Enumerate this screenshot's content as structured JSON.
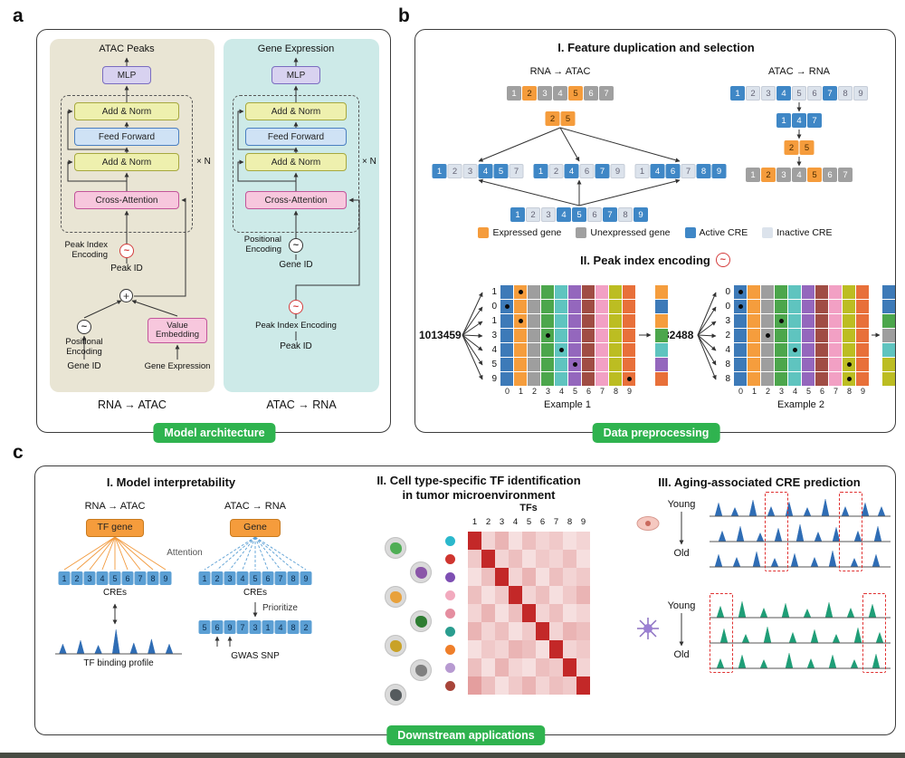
{
  "colors": {
    "badge_green": "#2fb34f",
    "expressed": "#f59c3c",
    "unexpressed": "#a0a0a0",
    "active_cre": "#3f87c6",
    "inactive_cre": "#dce3ec",
    "accent_red": "#e03131"
  },
  "panel_a": {
    "label": "a",
    "badge": "Model architecture",
    "left": {
      "output": "ATAC Peaks",
      "mlp": "MLP",
      "blocks": [
        "Add & Norm",
        "Feed Forward",
        "Add & Norm",
        "Cross-Attention"
      ],
      "xn": "× N",
      "peak_index_encoding": "Peak Index Encoding",
      "peak_id": "Peak ID",
      "positional_encoding": "Positional Encoding",
      "value_embedding": "Value Embedding",
      "gene_id": "Gene ID",
      "gene_expression": "Gene Expression",
      "caption": "RNA → ATAC"
    },
    "right": {
      "output": "Gene Expression",
      "mlp": "MLP",
      "blocks": [
        "Add & Norm",
        "Feed Forward",
        "Add & Norm",
        "Cross-Attention"
      ],
      "xn": "× N",
      "positional_encoding": "Positional Encoding",
      "gene_id": "Gene ID",
      "peak_index_encoding": "Peak Index Encoding",
      "peak_id": "Peak ID",
      "caption": "ATAC → RNA"
    }
  },
  "panel_b": {
    "label": "b",
    "badge": "Data preprocessing",
    "section1": {
      "title": "I. Feature duplication and selection",
      "rna_atac": {
        "label": "RNA → ATAC",
        "genes": [
          {
            "v": 1,
            "t": "ug"
          },
          {
            "v": 2,
            "t": "eg"
          },
          {
            "v": 3,
            "t": "ug"
          },
          {
            "v": 4,
            "t": "ug"
          },
          {
            "v": 5,
            "t": "eg"
          },
          {
            "v": 6,
            "t": "ug"
          },
          {
            "v": 7,
            "t": "ug"
          }
        ],
        "selected": [
          {
            "v": 2,
            "t": "eg"
          },
          {
            "v": 5,
            "t": "eg"
          }
        ],
        "variants": [
          [
            {
              "v": 1,
              "t": "ac"
            },
            {
              "v": 2,
              "t": "ic"
            },
            {
              "v": 3,
              "t": "ic"
            },
            {
              "v": 4,
              "t": "ac"
            },
            {
              "v": 5,
              "t": "ac"
            },
            {
              "v": 7,
              "t": "ic"
            }
          ],
          [
            {
              "v": 1,
              "t": "ac"
            },
            {
              "v": 2,
              "t": "ic"
            },
            {
              "v": 4,
              "t": "ac"
            },
            {
              "v": 6,
              "t": "ic"
            },
            {
              "v": 7,
              "t": "ac"
            },
            {
              "v": 9,
              "t": "ic"
            }
          ],
          [
            {
              "v": 1,
              "t": "ic"
            },
            {
              "v": 4,
              "t": "ac"
            },
            {
              "v": 6,
              "t": "ac"
            },
            {
              "v": 7,
              "t": "ic"
            },
            {
              "v": 8,
              "t": "ac"
            },
            {
              "v": 9,
              "t": "ac"
            }
          ]
        ],
        "pool": [
          {
            "v": 1,
            "t": "ac"
          },
          {
            "v": 2,
            "t": "ic"
          },
          {
            "v": 3,
            "t": "ic"
          },
          {
            "v": 4,
            "t": "ac"
          },
          {
            "v": 5,
            "t": "ac"
          },
          {
            "v": 6,
            "t": "ic"
          },
          {
            "v": 7,
            "t": "ac"
          },
          {
            "v": 8,
            "t": "ic"
          },
          {
            "v": 9,
            "t": "ac"
          }
        ]
      },
      "atac_rna": {
        "label": "ATAC → RNA",
        "cres": [
          {
            "v": 1,
            "t": "ac"
          },
          {
            "v": 2,
            "t": "ic"
          },
          {
            "v": 3,
            "t": "ic"
          },
          {
            "v": 4,
            "t": "ac"
          },
          {
            "v": 5,
            "t": "ic"
          },
          {
            "v": 6,
            "t": "ic"
          },
          {
            "v": 7,
            "t": "ac"
          },
          {
            "v": 8,
            "t": "ic"
          },
          {
            "v": 9,
            "t": "ic"
          }
        ],
        "selected_cres": [
          {
            "v": 1,
            "t": "ac"
          },
          {
            "v": 4,
            "t": "ac"
          },
          {
            "v": 7,
            "t": "ac"
          }
        ],
        "selected_genes": [
          {
            "v": 2,
            "t": "eg"
          },
          {
            "v": 5,
            "t": "eg"
          }
        ],
        "genes": [
          {
            "v": 1,
            "t": "ug"
          },
          {
            "v": 2,
            "t": "eg"
          },
          {
            "v": 3,
            "t": "ug"
          },
          {
            "v": 4,
            "t": "ug"
          },
          {
            "v": 5,
            "t": "eg"
          },
          {
            "v": 6,
            "t": "ug"
          },
          {
            "v": 7,
            "t": "ug"
          }
        ]
      },
      "legend": [
        {
          "color": "#f59c3c",
          "label": "Expressed gene"
        },
        {
          "color": "#a0a0a0",
          "label": "Unexpressed gene"
        },
        {
          "color": "#3f87c6",
          "label": "Active CRE"
        },
        {
          "color": "#dce3ec",
          "label": "Inactive CRE"
        }
      ]
    },
    "encoding": {
      "title": "II. Peak index encoding",
      "palette": [
        "#3d7ab8",
        "#f59d3d",
        "#9e9e9e",
        "#4ca64c",
        "#5fc4bf",
        "#9467bd",
        "#a04c44",
        "#f2a0c4",
        "#bcbd22",
        "#e8703a"
      ],
      "axis": [
        0,
        1,
        2,
        3,
        4,
        5,
        6,
        7,
        8,
        9
      ],
      "examples": [
        {
          "number": "1013459",
          "digits": [
            1,
            0,
            1,
            3,
            4,
            5,
            9
          ],
          "caption": "Example 1"
        },
        {
          "number": "32488",
          "digits": [
            0,
            0,
            3,
            2,
            4,
            8,
            8
          ],
          "caption": "Example 2"
        }
      ]
    }
  },
  "panel_c": {
    "label": "c",
    "badge": "Downstream applications",
    "interpret": {
      "title": "I. Model interpretability",
      "rna_atac": "RNA → ATAC",
      "atac_rna": "ATAC → RNA",
      "tf_gene": "TF gene",
      "gene": "Gene",
      "attention": "Attention",
      "cres_row": [
        {
          "v": 1,
          "t": "cre"
        },
        {
          "v": 2,
          "t": "cre"
        },
        {
          "v": 3,
          "t": "cre"
        },
        {
          "v": 4,
          "t": "cre"
        },
        {
          "v": 5,
          "t": "cre"
        },
        {
          "v": 6,
          "t": "cre"
        },
        {
          "v": 7,
          "t": "cre"
        },
        {
          "v": 8,
          "t": "cre"
        },
        {
          "v": 9,
          "t": "cre"
        }
      ],
      "cres_label": "CREs",
      "profile_label": "TF binding profile",
      "prioritize": "Prioritize",
      "gwas_row": [
        {
          "v": 5,
          "t": "cre"
        },
        {
          "v": 6,
          "t": "cre"
        },
        {
          "v": 9,
          "t": "cre"
        },
        {
          "v": 7,
          "t": "cre"
        },
        {
          "v": 3,
          "t": "cre"
        },
        {
          "v": 1,
          "t": "cre"
        },
        {
          "v": 4,
          "t": "cre"
        },
        {
          "v": 8,
          "t": "cre"
        },
        {
          "v": 2,
          "t": "cre"
        }
      ],
      "gwas_label": "GWAS SNP",
      "profile_track": {
        "color": "#2f6db5",
        "peaks": [
          [
            0.06,
            0.4
          ],
          [
            0.2,
            0.55
          ],
          [
            0.34,
            0.35
          ],
          [
            0.48,
            1
          ],
          [
            0.62,
            0.45
          ],
          [
            0.76,
            0.6
          ],
          [
            0.9,
            0.4
          ]
        ]
      }
    },
    "tf_id": {
      "title1": "II. Cell type-specific TF identification",
      "title2": "in tumor microenvironment",
      "tfs_label": "TFs",
      "col_labels": [
        1,
        2,
        3,
        4,
        5,
        6,
        7,
        8,
        9
      ],
      "matrix": [
        [
          1,
          0.2,
          0.35,
          0.15,
          0.3,
          0.2,
          0.25,
          0.15,
          0.2
        ],
        [
          0.25,
          1,
          0.2,
          0.3,
          0.15,
          0.25,
          0.2,
          0.3,
          0.15
        ],
        [
          0.15,
          0.3,
          1,
          0.2,
          0.35,
          0.15,
          0.3,
          0.2,
          0.25
        ],
        [
          0.3,
          0.15,
          0.25,
          1,
          0.2,
          0.3,
          0.15,
          0.25,
          0.35
        ],
        [
          0.2,
          0.35,
          0.15,
          0.3,
          1,
          0.2,
          0.3,
          0.15,
          0.2
        ],
        [
          0.35,
          0.2,
          0.3,
          0.15,
          0.25,
          1,
          0.2,
          0.35,
          0.3
        ],
        [
          0.15,
          0.25,
          0.2,
          0.35,
          0.3,
          0.15,
          1,
          0.2,
          0.25
        ],
        [
          0.3,
          0.15,
          0.35,
          0.2,
          0.15,
          0.3,
          0.25,
          1,
          0.2
        ],
        [
          0.45,
          0.3,
          0.15,
          0.25,
          0.35,
          0.2,
          0.3,
          0.25,
          1
        ]
      ],
      "cell_dots": [
        "#2bb8cc",
        "#cf352f",
        "#7e4fb3",
        "#f2aabe",
        "#e58ea0",
        "#2a9d8f",
        "#ef7f2a",
        "#b79ad1",
        "#a8453a"
      ],
      "organ_colors": [
        "#4fae55",
        "#8a56a8",
        "#e8a13c",
        "#2e7d32",
        "#c9a227",
        "#808080",
        "#555b5e"
      ]
    },
    "aging": {
      "title": "III. Aging-associated CRE prediction",
      "young": "Young",
      "old": "Old",
      "group1": {
        "tracks": [
          {
            "color": "#2f6db5",
            "peaks": [
              [
                0.05,
                0.7
              ],
              [
                0.14,
                0.45
              ],
              [
                0.24,
                0.85
              ],
              [
                0.34,
                0.5
              ],
              [
                0.44,
                0.75
              ],
              [
                0.54,
                0.45
              ],
              [
                0.64,
                0.9
              ],
              [
                0.75,
                0.5
              ],
              [
                0.86,
                0.7
              ],
              [
                0.95,
                0.5
              ]
            ]
          },
          {
            "color": "#2f6db5",
            "peaks": [
              [
                0.07,
                0.55
              ],
              [
                0.17,
                0.8
              ],
              [
                0.28,
                0.45
              ],
              [
                0.38,
                0.7
              ],
              [
                0.5,
                0.9
              ],
              [
                0.6,
                0.5
              ],
              [
                0.7,
                0.75
              ],
              [
                0.82,
                0.55
              ],
              [
                0.93,
                0.8
              ]
            ]
          },
          {
            "color": "#2f6db5",
            "peaks": [
              [
                0.05,
                0.65
              ],
              [
                0.15,
                0.5
              ],
              [
                0.26,
                0.8
              ],
              [
                0.36,
                0.45
              ],
              [
                0.47,
                0.7
              ],
              [
                0.58,
                0.5
              ],
              [
                0.68,
                0.85
              ],
              [
                0.8,
                0.45
              ],
              [
                0.92,
                0.65
              ]
            ]
          }
        ]
      },
      "group2": {
        "tracks": [
          {
            "color": "#1f9e77",
            "peaks": [
              [
                0.06,
                0.6
              ],
              [
                0.18,
                0.85
              ],
              [
                0.3,
                0.5
              ],
              [
                0.42,
                0.75
              ],
              [
                0.54,
                0.45
              ],
              [
                0.66,
                0.8
              ],
              [
                0.78,
                0.5
              ],
              [
                0.9,
                0.7
              ]
            ]
          },
          {
            "color": "#1f9e77",
            "peaks": [
              [
                0.08,
                0.75
              ],
              [
                0.2,
                0.45
              ],
              [
                0.32,
                0.85
              ],
              [
                0.46,
                0.55
              ],
              [
                0.58,
                0.7
              ],
              [
                0.7,
                0.45
              ],
              [
                0.82,
                0.8
              ],
              [
                0.94,
                0.55
              ]
            ]
          },
          {
            "color": "#1f9e77",
            "peaks": [
              [
                0.06,
                0.5
              ],
              [
                0.18,
                0.7
              ],
              [
                0.3,
                0.45
              ],
              [
                0.44,
                0.8
              ],
              [
                0.56,
                0.5
              ],
              [
                0.68,
                0.7
              ],
              [
                0.8,
                0.45
              ],
              [
                0.92,
                0.75
              ]
            ]
          }
        ]
      }
    }
  }
}
